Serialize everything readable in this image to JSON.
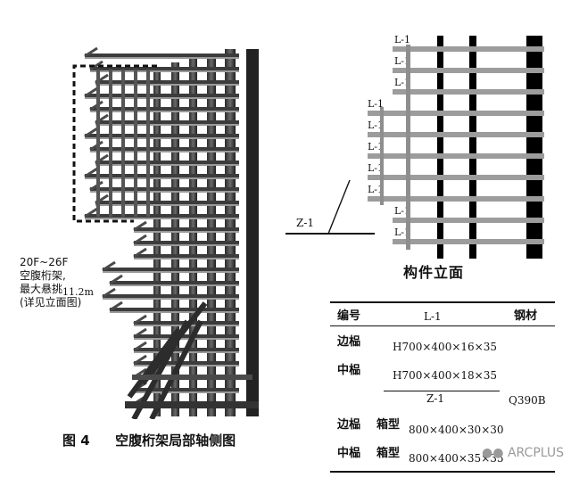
{
  "callout": {
    "lines": [
      "20F~26F",
      "空腹桁架,",
      "最大悬挑",
      "(详见立面图)"
    ],
    "dimension": "11.2m"
  },
  "elevation": {
    "beam_label": "L-1",
    "column_label": "Z-1",
    "title": "构件立面"
  },
  "table": {
    "headers": {
      "id": "编号",
      "material": "钢材"
    },
    "beam_group": "L-1",
    "beam_rows": [
      {
        "name": "边榀",
        "spec": "H700×400×16×35"
      },
      {
        "name": "中榀",
        "spec": "H700×400×18×35"
      }
    ],
    "material_value": "Q390B",
    "column_group": "Z-1",
    "column_rows": [
      {
        "name": "边榀",
        "type": "箱型",
        "spec": "800×400×30×30"
      },
      {
        "name": "中榀",
        "type": "箱型",
        "spec": "800×400×35×35"
      }
    ]
  },
  "caption": {
    "figure": "图 4",
    "text": "空腹桁架局部轴侧图"
  },
  "watermark": "ARCPLUS"
}
